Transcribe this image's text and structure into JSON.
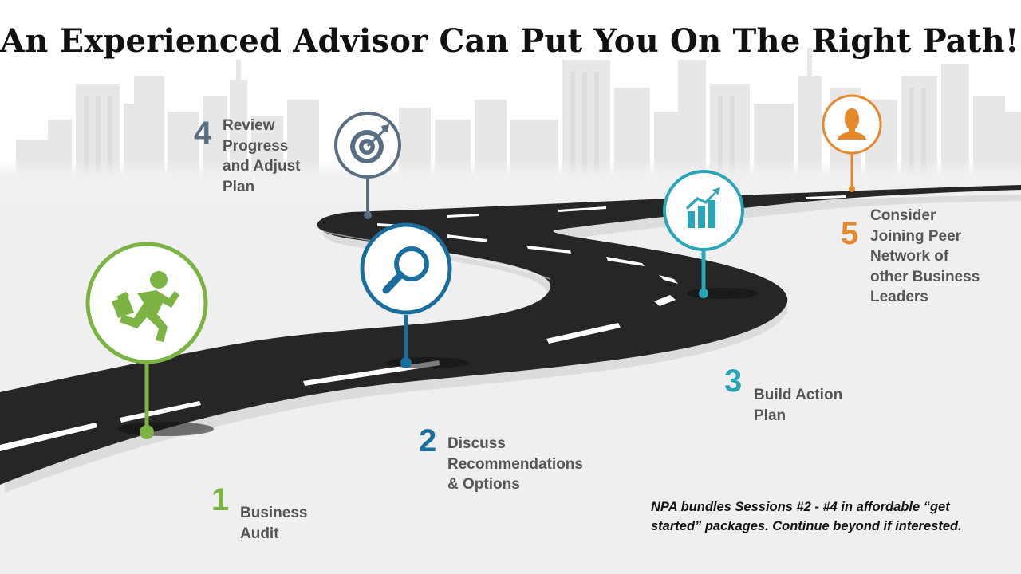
{
  "title": "An Experienced Advisor Can Put You On The Right Path!",
  "colors": {
    "step1": "#7cb342",
    "step2": "#1a6e9e",
    "step3": "#29a6b5",
    "step4": "#5a6e82",
    "step5": "#e5892a",
    "road": "#262626",
    "label_text": "#555555"
  },
  "steps": [
    {
      "number": "1",
      "label_lines": [
        "Business",
        "Audit"
      ],
      "icon": "running-person-icon"
    },
    {
      "number": "2",
      "label_lines": [
        "Discuss",
        "Recommendations",
        "& Options"
      ],
      "icon": "magnifier-icon"
    },
    {
      "number": "3",
      "label_lines": [
        "Build Action",
        "Plan"
      ],
      "icon": "growth-chart-icon"
    },
    {
      "number": "4",
      "label_lines": [
        "Review",
        "Progress",
        "and Adjust",
        "Plan"
      ],
      "icon": "target-icon"
    },
    {
      "number": "5",
      "label_lines": [
        "Consider",
        "Joining Peer",
        "Network of",
        "other Business",
        "Leaders"
      ],
      "icon": "person-icon"
    }
  ],
  "note_lines": [
    "NPA bundles Sessions #2 - #4 in affordable “get",
    "started” packages.   Continue beyond if interested."
  ]
}
